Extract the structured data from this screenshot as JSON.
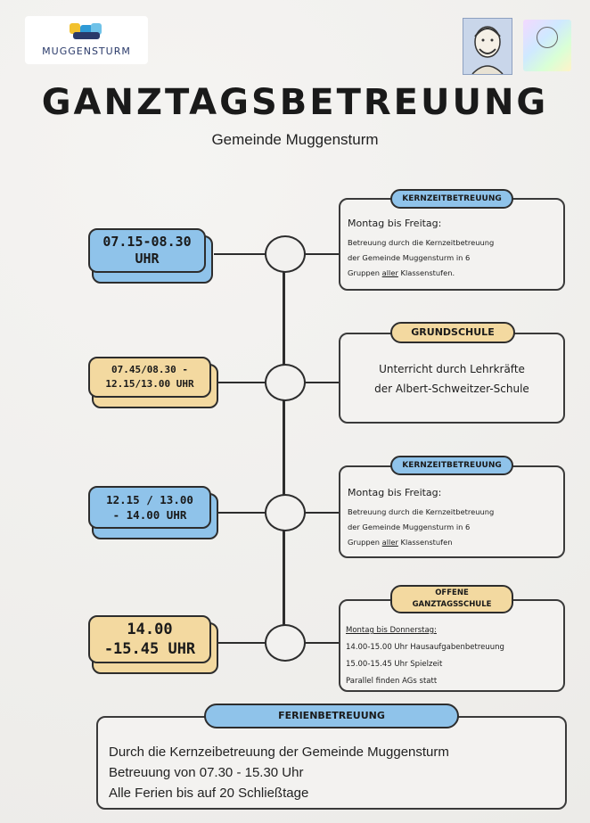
{
  "header": {
    "logo_text": "MUGGENSTURM",
    "title": "GANZTAGSBETREUUNG",
    "subtitle": "Gemeinde Muggensturm"
  },
  "timeline": [
    {
      "time_line1": "07.15-08.30",
      "time_line2": "UHR",
      "time_color": "#8fc3ea",
      "badge": "KERNZEITBETREUUNG",
      "badge_color": "#8fc3ea",
      "lines": [
        "Montag bis Freitag:",
        "Betreuung durch die Kernzeitbetreuung",
        "der Gemeinde Muggensturm in 6",
        "Gruppen",
        "aller",
        "Klassenstufen."
      ]
    },
    {
      "time_line1": "07.45/08.30 -",
      "time_line2": "12.15/13.00 UHR",
      "time_color": "#f3d9a0",
      "badge": "GRUNDSCHULE",
      "badge_color": "#f3d9a0",
      "lines": [
        "Unterricht durch Lehrkräfte",
        "der Albert-Schweitzer-Schule"
      ]
    },
    {
      "time_line1": "12.15 / 13.00",
      "time_line2": "- 14.00 UHR",
      "time_color": "#8fc3ea",
      "badge": "KERNZEITBETREUUNG",
      "badge_color": "#8fc3ea",
      "lines": [
        "Montag bis Freitag:",
        "Betreuung durch die Kernzeitbetreuung",
        "der Gemeinde Muggensturm in 6",
        "Gruppen",
        "aller",
        "Klassenstufen"
      ]
    },
    {
      "time_line1": "14.00",
      "time_line2": "-15.45 UHR",
      "time_color": "#f3d9a0",
      "badge_line1": "OFFENE",
      "badge_line2": "GANZTAGSSCHULE",
      "badge_color": "#f3d9a0",
      "lines": [
        "Montag bis Donnerstag:",
        "14.00-15.00 Uhr Hausaufgabenbetreuung",
        "15.00-15.45 Uhr Spielzeit",
        "Parallel finden AGs statt"
      ]
    }
  ],
  "ferien": {
    "badge": "FERIENBETREUUNG",
    "badge_color": "#8fc3ea",
    "lines": [
      "Durch die Kernzeibetreuung der Gemeinde Muggensturm",
      "Betreuung von 07.30 - 15.30 Uhr",
      "Alle Ferien bis auf 20 Schließtage"
    ]
  }
}
